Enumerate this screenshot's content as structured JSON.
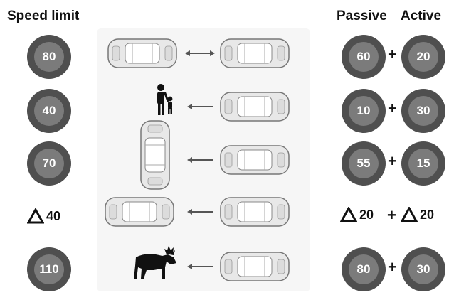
{
  "headers": {
    "speed_limit": "Speed limit",
    "passive": "Passive",
    "active": "Active"
  },
  "rows": [
    {
      "speed": "80",
      "passive": "60",
      "active": "20",
      "plus": "+"
    },
    {
      "speed": "40",
      "passive": "10",
      "active": "30",
      "plus": "+"
    },
    {
      "speed": "70",
      "passive": "55",
      "active": "15",
      "plus": "+"
    },
    {
      "speed_delta": "40",
      "passive_delta": "20",
      "active_delta": "20",
      "plus": "+"
    },
    {
      "speed": "110",
      "passive": "80",
      "active": "30",
      "plus": "+"
    }
  ],
  "colors": {
    "badge_outer": "#4f4f4f",
    "badge_inner": "#7b7b7b",
    "badge_text": "#ffffff"
  },
  "icons": [
    "car-icon",
    "pedestrian-icon",
    "moose-icon",
    "double-arrow-icon",
    "left-arrow-icon",
    "delta-icon"
  ]
}
